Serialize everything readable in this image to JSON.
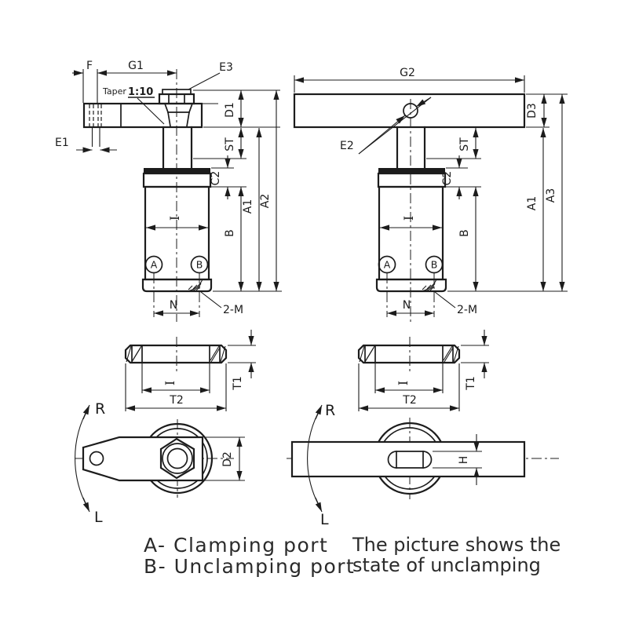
{
  "drawing": {
    "colors": {
      "line": "#1c1c1c",
      "background": "#ffffff"
    },
    "notes": {
      "port_a": "A- Clamping port",
      "port_b": "B- Unclamping port",
      "picture_line1": "The picture shows the",
      "picture_line2": "state of unclamping"
    },
    "front_left": {
      "labels": {
        "f": "F",
        "g1": "G1",
        "e3": "E3",
        "taper_word": "Taper",
        "taper_ratio": "1:10",
        "e1": "E1",
        "d1": "D1",
        "st": "ST",
        "c2": "C2",
        "a1": "A1",
        "a2": "A2",
        "b": "B",
        "bore": "I",
        "n": "N",
        "thread": "2-M",
        "port_a": "A",
        "port_b": "B"
      }
    },
    "front_right": {
      "labels": {
        "g2": "G2",
        "e2": "E2",
        "d3": "D3",
        "st": "ST",
        "c2": "C2",
        "a1": "A1",
        "a3": "A3",
        "b": "B",
        "bore": "I",
        "n": "N",
        "thread": "2-M",
        "port_a": "A",
        "port_b": "B"
      }
    },
    "plate_left": {
      "labels": {
        "bore": "I",
        "t2": "T2",
        "t1": "T1"
      }
    },
    "plate_right": {
      "labels": {
        "bore": "I",
        "t2": "T2",
        "t1": "T1"
      }
    },
    "plan_left": {
      "labels": {
        "r": "R",
        "l": "L",
        "d2": "D2"
      }
    },
    "plan_right": {
      "labels": {
        "r": "R",
        "l": "L",
        "h": "H"
      }
    }
  }
}
